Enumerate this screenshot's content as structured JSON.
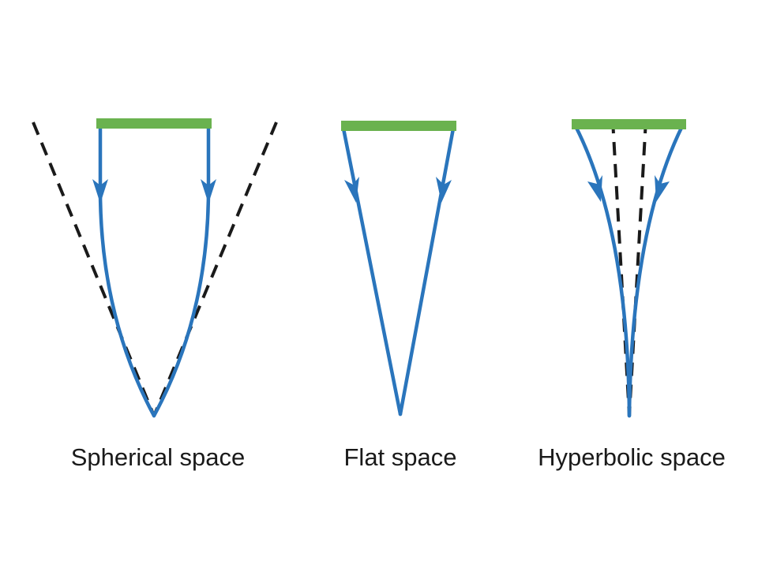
{
  "panels": [
    {
      "id": "spherical",
      "caption": "Spherical space"
    },
    {
      "id": "flat",
      "caption": "Flat space"
    },
    {
      "id": "hyperbolic",
      "caption": "Hyperbolic space"
    }
  ],
  "colors": {
    "baseline": "#6ab24f",
    "light_path": "#2a75bc",
    "reference_line": "#1a1a1a",
    "caption_text": "#1a1a1a",
    "background": "#ffffff"
  }
}
